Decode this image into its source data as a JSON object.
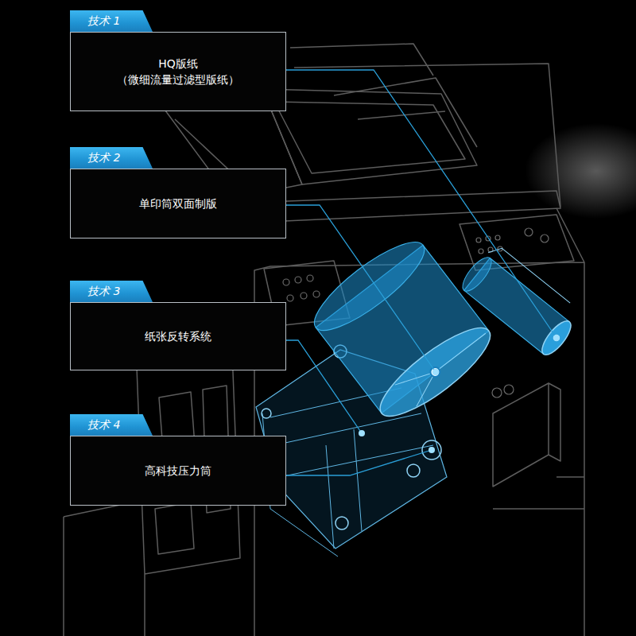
{
  "diagram": {
    "nodes": [
      {
        "text": [
          "技术 1",
          "HQ版纸 （微细流量过滤型版纸）"
        ]
      },
      {
        "text": [
          "技术 2",
          "单印筒双面制版"
        ]
      },
      {
        "text": [
          "技术 3",
          "纸张反转系统"
        ]
      },
      {
        "text": [
          "技术 4",
          "高科技压力筒"
        ]
      }
    ]
  }
}
